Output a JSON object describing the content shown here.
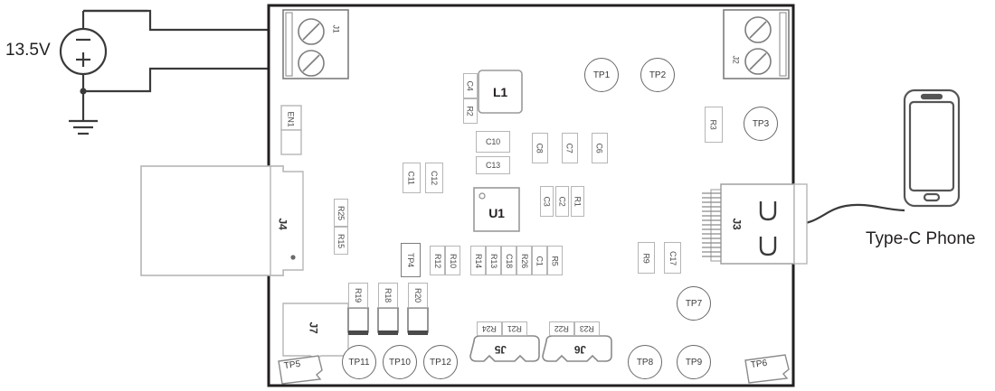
{
  "diagram": {
    "title": "PCB connection diagram",
    "source": {
      "label": "13.5V",
      "symbol": "dc-voltage-source",
      "plus": "+",
      "minus": "−"
    },
    "phone": {
      "label": "Type-C Phone"
    }
  },
  "board": {
    "connectors": [
      {
        "ref": "J1",
        "kind": "screw-terminal-2pos"
      },
      {
        "ref": "J2",
        "kind": "screw-terminal-2pos"
      },
      {
        "ref": "J3",
        "kind": "usb-type-c-receptacle"
      },
      {
        "ref": "J4",
        "kind": "edge-connector"
      },
      {
        "ref": "J5",
        "kind": "header"
      },
      {
        "ref": "J6",
        "kind": "header"
      },
      {
        "ref": "J7",
        "kind": "footprint"
      },
      {
        "ref": "EN1",
        "kind": "enable-jumper"
      }
    ],
    "ics": [
      {
        "ref": "U1",
        "kind": "ic"
      },
      {
        "ref": "L1",
        "kind": "inductor"
      }
    ],
    "testpoints": [
      {
        "ref": "TP1"
      },
      {
        "ref": "TP2"
      },
      {
        "ref": "TP3"
      },
      {
        "ref": "TP4"
      },
      {
        "ref": "TP5"
      },
      {
        "ref": "TP6"
      },
      {
        "ref": "TP7"
      },
      {
        "ref": "TP8"
      },
      {
        "ref": "TP9"
      },
      {
        "ref": "TP10"
      },
      {
        "ref": "TP11"
      },
      {
        "ref": "TP12"
      }
    ],
    "capacitors": [
      {
        "ref": "C1"
      },
      {
        "ref": "C2"
      },
      {
        "ref": "C3"
      },
      {
        "ref": "C4"
      },
      {
        "ref": "C6"
      },
      {
        "ref": "C7"
      },
      {
        "ref": "C8"
      },
      {
        "ref": "C10"
      },
      {
        "ref": "C11"
      },
      {
        "ref": "C12"
      },
      {
        "ref": "C13"
      },
      {
        "ref": "C17"
      },
      {
        "ref": "C18"
      }
    ],
    "resistors": [
      {
        "ref": "R1"
      },
      {
        "ref": "R2"
      },
      {
        "ref": "R3"
      },
      {
        "ref": "R5"
      },
      {
        "ref": "R9"
      },
      {
        "ref": "R10"
      },
      {
        "ref": "R12"
      },
      {
        "ref": "R13"
      },
      {
        "ref": "R14"
      },
      {
        "ref": "R15"
      },
      {
        "ref": "R18"
      },
      {
        "ref": "R19"
      },
      {
        "ref": "R20"
      },
      {
        "ref": "R21"
      },
      {
        "ref": "R22"
      },
      {
        "ref": "R23"
      },
      {
        "ref": "R24"
      },
      {
        "ref": "R25"
      },
      {
        "ref": "R26"
      }
    ]
  },
  "labels": {
    "J1": "J1",
    "J2": "J2",
    "J3": "J3",
    "J4": "J4",
    "J5": "J5",
    "J6": "J6",
    "J7": "J7",
    "EN1": "EN1",
    "U1": "U1",
    "L1": "L1",
    "TP1": "TP1",
    "TP2": "TP2",
    "TP3": "TP3",
    "TP4": "TP4",
    "TP5": "TP5",
    "TP6": "TP6",
    "TP7": "TP7",
    "TP8": "TP8",
    "TP9": "TP9",
    "TP10": "TP10",
    "TP11": "TP11",
    "TP12": "TP12",
    "C1": "C1",
    "C2": "C2",
    "C3": "C3",
    "C4": "C4",
    "C6": "C6",
    "C7": "C7",
    "C8": "C8",
    "C10": "C10",
    "C11": "C11",
    "C12": "C12",
    "C13": "C13",
    "C17": "C17",
    "C18": "C18",
    "R1": "R1",
    "R2": "R2",
    "R3": "R3",
    "R5": "R5",
    "R9": "R9",
    "R10": "R10",
    "R12": "R12",
    "R13": "R13",
    "R14": "R14",
    "R15": "R15",
    "R18": "R18",
    "R19": "R19",
    "R20": "R20",
    "R21": "R21",
    "R22": "R22",
    "R23": "R23",
    "R24": "R24",
    "R25": "R25",
    "R26": "R26"
  }
}
